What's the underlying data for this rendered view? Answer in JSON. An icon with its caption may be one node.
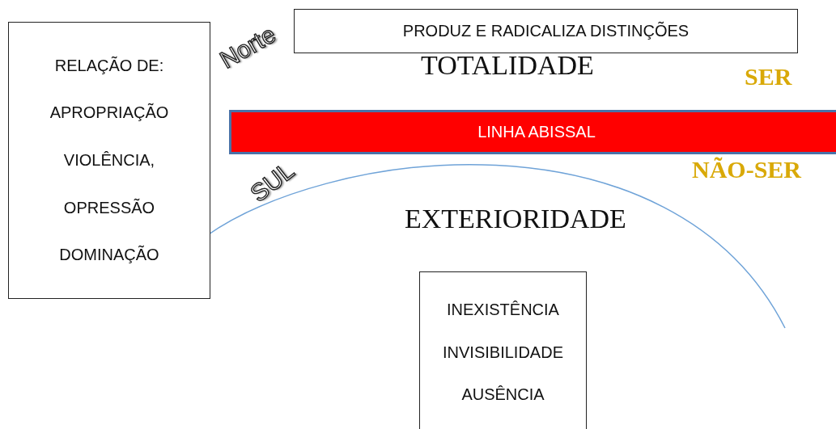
{
  "diagram": {
    "nodes": [
      {
        "text": [
          "RELAÇÃO DE:",
          "APROPRIAÇÃO",
          "VIOLÊNCIA,",
          "OPRESSÃO",
          "DOMINAÇÃO"
        ]
      },
      {
        "text": [
          "PRODUZ E RADICALIZA DISTINÇÕES"
        ]
      },
      {
        "text": [
          "LINHA ABISSAL"
        ]
      },
      {
        "text": [
          "INEXISTÊNCIA",
          "INVISIBILIDADE",
          "AUSÊNCIA"
        ]
      }
    ],
    "labels": [
      "Norte",
      "TOTALIDADE",
      "SER",
      "SUL",
      "NÃO-SER",
      "EXTERIORIDADE"
    ]
  }
}
